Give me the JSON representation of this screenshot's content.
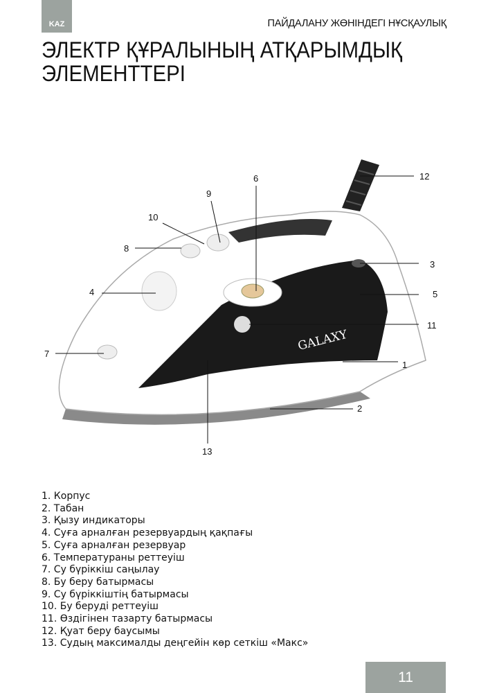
{
  "header": {
    "lang_tab": "KAZ",
    "doc_title": "ПАЙДАЛАНУ ЖӨНІНДЕГІ НҰСҚАУЛЫҚ"
  },
  "heading": {
    "line1": "ЭЛЕКТР ҚҰРАЛЫНЫҢ АТҚАРЫМДЫҚ",
    "line2": "ЭЛЕМЕНТТЕРІ"
  },
  "figure": {
    "brand": "GALAXY",
    "callouts": [
      "1",
      "2",
      "3",
      "4",
      "5",
      "6",
      "7",
      "8",
      "9",
      "10",
      "11",
      "12",
      "13"
    ],
    "colors": {
      "body": "#ffffff",
      "panel": "#1a1a1a",
      "outline": "#9a9a9a"
    }
  },
  "parts": [
    "1. Корпус",
    "2. Табан",
    "3. Қызу индикаторы",
    "4. Суға арналған резервуардың қақпағы",
    "5. Суға арналған резервуар",
    "6. Температураны реттеуіш",
    "7. Су бүріккіш саңылау",
    "8. Бу беру батырмасы",
    "9. Су бүріккіштің батырмасы",
    "10. Бу беруді реттеуіш",
    "11. Өздігінен тазарту батырмасы",
    "12. Қуат беру баусымы",
    "13. Судың максималды деңгейін көр  сеткіш «Макс»"
  ],
  "footer": {
    "page_number": "11"
  }
}
